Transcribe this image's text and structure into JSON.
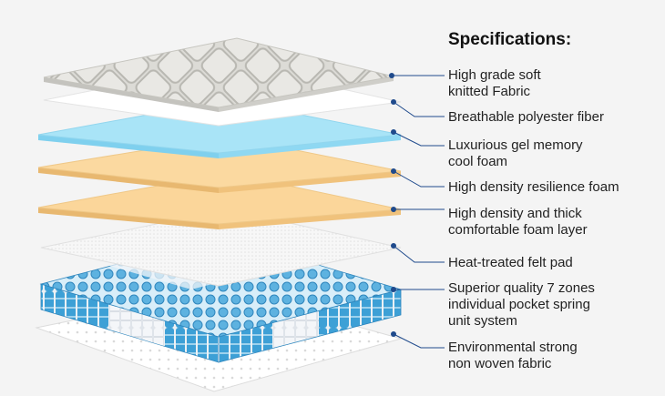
{
  "title": "Specifications:",
  "colors": {
    "leader_line": "#1f4a8c",
    "dot": "#1f4a8c",
    "knit_fabric": "#d8d7d2",
    "polyester": "#ffffff",
    "gel_foam": "#a9e4f7",
    "resilience_foam": "#fbd9a0",
    "thick_foam": "#fbd69a",
    "felt_pad": "#f6f6f6",
    "spring_blue": "#3da0d6",
    "spring_white": "#eef1f4",
    "non_woven": "#ffffff"
  },
  "layers": [
    {
      "id": "knit",
      "lines": [
        "High grade soft",
        "knitted Fabric"
      ]
    },
    {
      "id": "polyester",
      "lines": [
        "Breathable polyester fiber"
      ]
    },
    {
      "id": "gel",
      "lines": [
        "Luxurious gel memory",
        "cool foam"
      ]
    },
    {
      "id": "resilience",
      "lines": [
        "High density resilience foam"
      ]
    },
    {
      "id": "thick",
      "lines": [
        "High density and thick",
        "comfortable foam layer"
      ]
    },
    {
      "id": "felt",
      "lines": [
        "Heat-treated felt pad"
      ]
    },
    {
      "id": "spring",
      "lines": [
        "Superior quality 7 zones",
        "individual pocket spring",
        "unit system"
      ]
    },
    {
      "id": "nonwoven",
      "lines": [
        "Environmental strong",
        "non woven fabric"
      ]
    }
  ]
}
